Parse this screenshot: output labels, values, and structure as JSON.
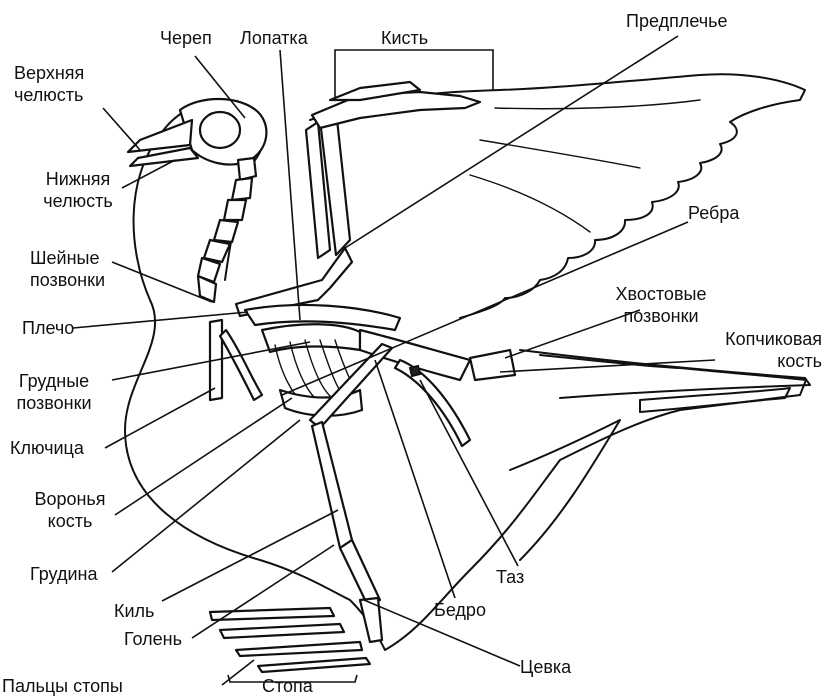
{
  "labels": {
    "upper_jaw": [
      "Верхняя",
      "челюсть"
    ],
    "skull": "Череп",
    "scapula": "Лопатка",
    "hand": "Кисть",
    "forearm": "Предплечье",
    "lower_jaw": [
      "Нижняя",
      "челюсть"
    ],
    "ribs": "Ребра",
    "neck_vertebrae": [
      "Шейные",
      "позвонки"
    ],
    "tail_vertebrae": [
      "Хвостовые",
      "позвонки"
    ],
    "humerus": "Плечо",
    "pygostyle": [
      "Копчиковая",
      "кость"
    ],
    "thoracic_vertebrae": [
      "Грудные",
      "позвонки"
    ],
    "clavicle": "Ключица",
    "coracoid": [
      "Воронья",
      "кость"
    ],
    "sternum": "Грудина",
    "pelvis": "Таз",
    "keel": "Киль",
    "femur": "Бедро",
    "tibia": "Голень",
    "tarsus": "Цевка",
    "toes": "Пальцы стопы",
    "foot": "Стопа"
  }
}
